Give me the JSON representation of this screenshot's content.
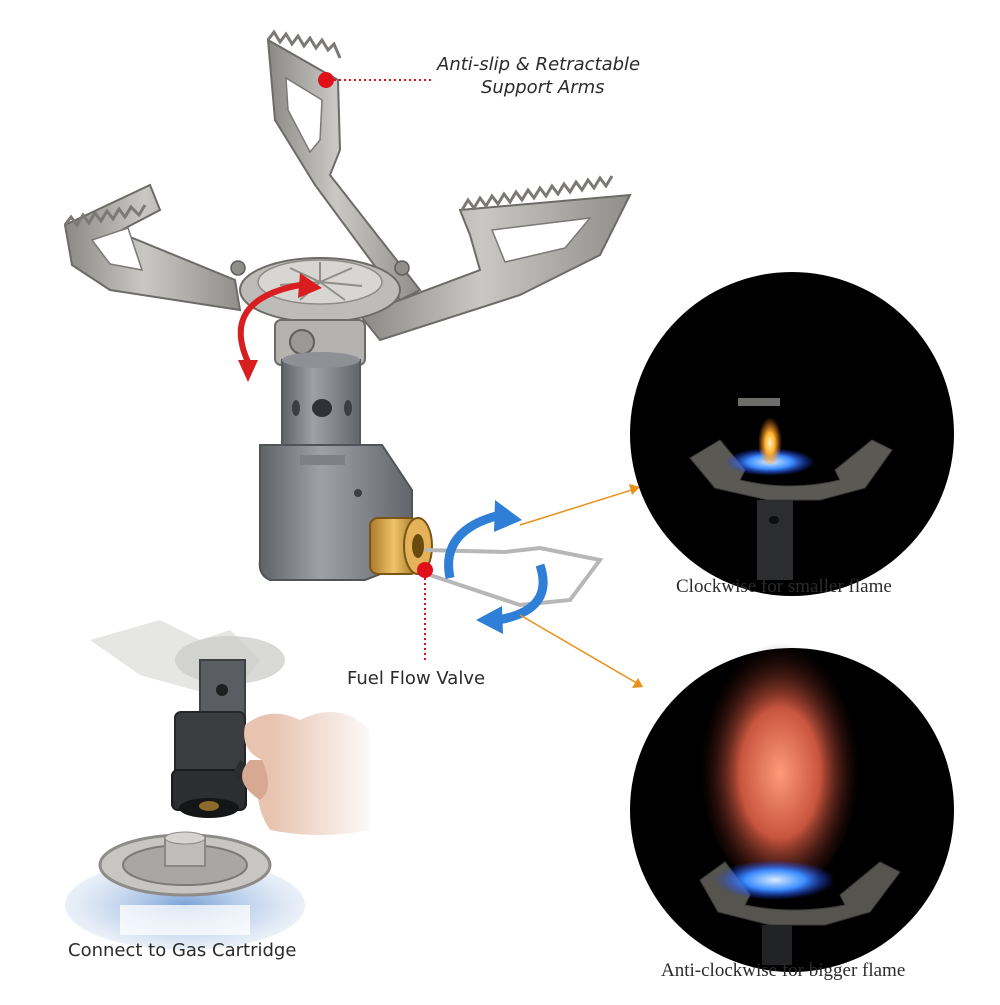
{
  "labels": {
    "support_arms_line1": "Anti-slip & Retractable",
    "support_arms_line2": "Support Arms",
    "fuel_valve": "Fuel Flow Valve",
    "gas_cartridge": "Connect to Gas Cartridge",
    "smaller_flame": "Clockwise for smaller flame",
    "bigger_flame": "Anti-clockwise for bigger flame"
  },
  "colors": {
    "marker_red": "#e0101a",
    "arrow_red": "#d81e1e",
    "arrow_blue": "#2f7fd6",
    "pointer_orange": "#e8901a",
    "text": "#2b2b2b",
    "stove_metal": "#a9a7a2"
  }
}
